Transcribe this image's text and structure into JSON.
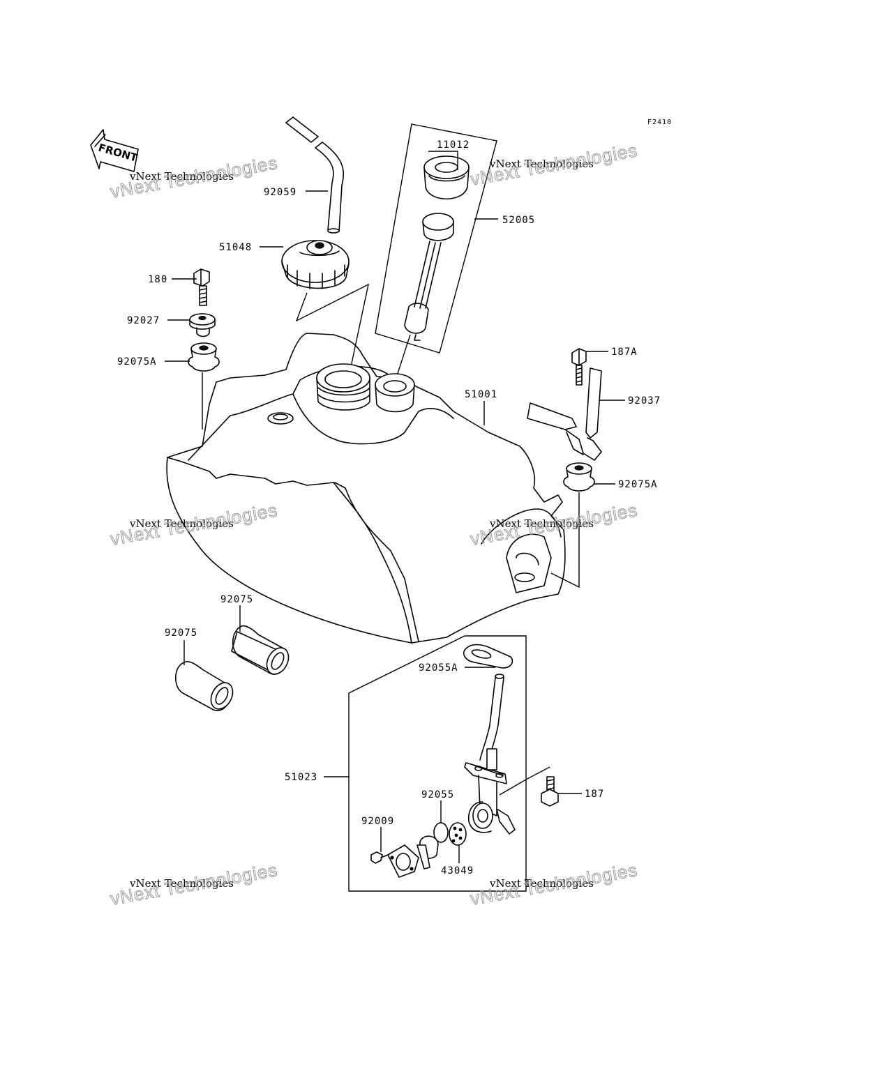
{
  "figure_code": "F2410",
  "front_label": "FRONT",
  "watermark": {
    "line1": "vNext Technologies",
    "line2": "vNext Technologies"
  },
  "parts": {
    "p11012": "11012",
    "p92059": "92059",
    "p52005": "52005",
    "p51048": "51048",
    "p180": "180",
    "p92027": "92027",
    "p92075A_left": "92075A",
    "p187A": "187A",
    "p92037": "92037",
    "p51001": "51001",
    "p92075A_right": "92075A",
    "p92075_upper": "92075",
    "p92075_lower": "92075",
    "p92055A": "92055A",
    "p51023": "51023",
    "p187": "187",
    "p92055": "92055",
    "p92009": "92009",
    "p43049": "43049"
  }
}
